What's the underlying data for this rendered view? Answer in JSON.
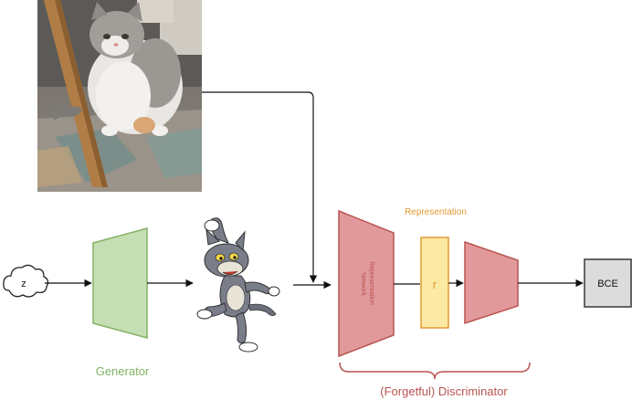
{
  "diagram": {
    "nodes": {
      "noise": "z",
      "generator": "Generator",
      "representation_title": "Representation",
      "representation_network": [
        "Representation",
        "Network"
      ],
      "r_block": "r",
      "bce": "BCE",
      "discriminator": "(Forgetful) Discriminator"
    },
    "images": {
      "real_sample": "photo of a grey and white cat standing on a rug",
      "fake_sample": "cartoon grey cat (Tom) dancing"
    },
    "colors": {
      "generator_fill": "#c5dfb4",
      "generator_stroke": "#82b366",
      "generator_text": "#82b366",
      "discriminator_fill": "#e2999b",
      "discriminator_stroke": "#b85450",
      "discriminator_text": "#b85450",
      "r_fill": "#fce9a4",
      "r_stroke": "#e39a33",
      "representation_text": "#e39a33",
      "bce_fill": "#dcdcdc",
      "bce_stroke": "#555555"
    }
  }
}
